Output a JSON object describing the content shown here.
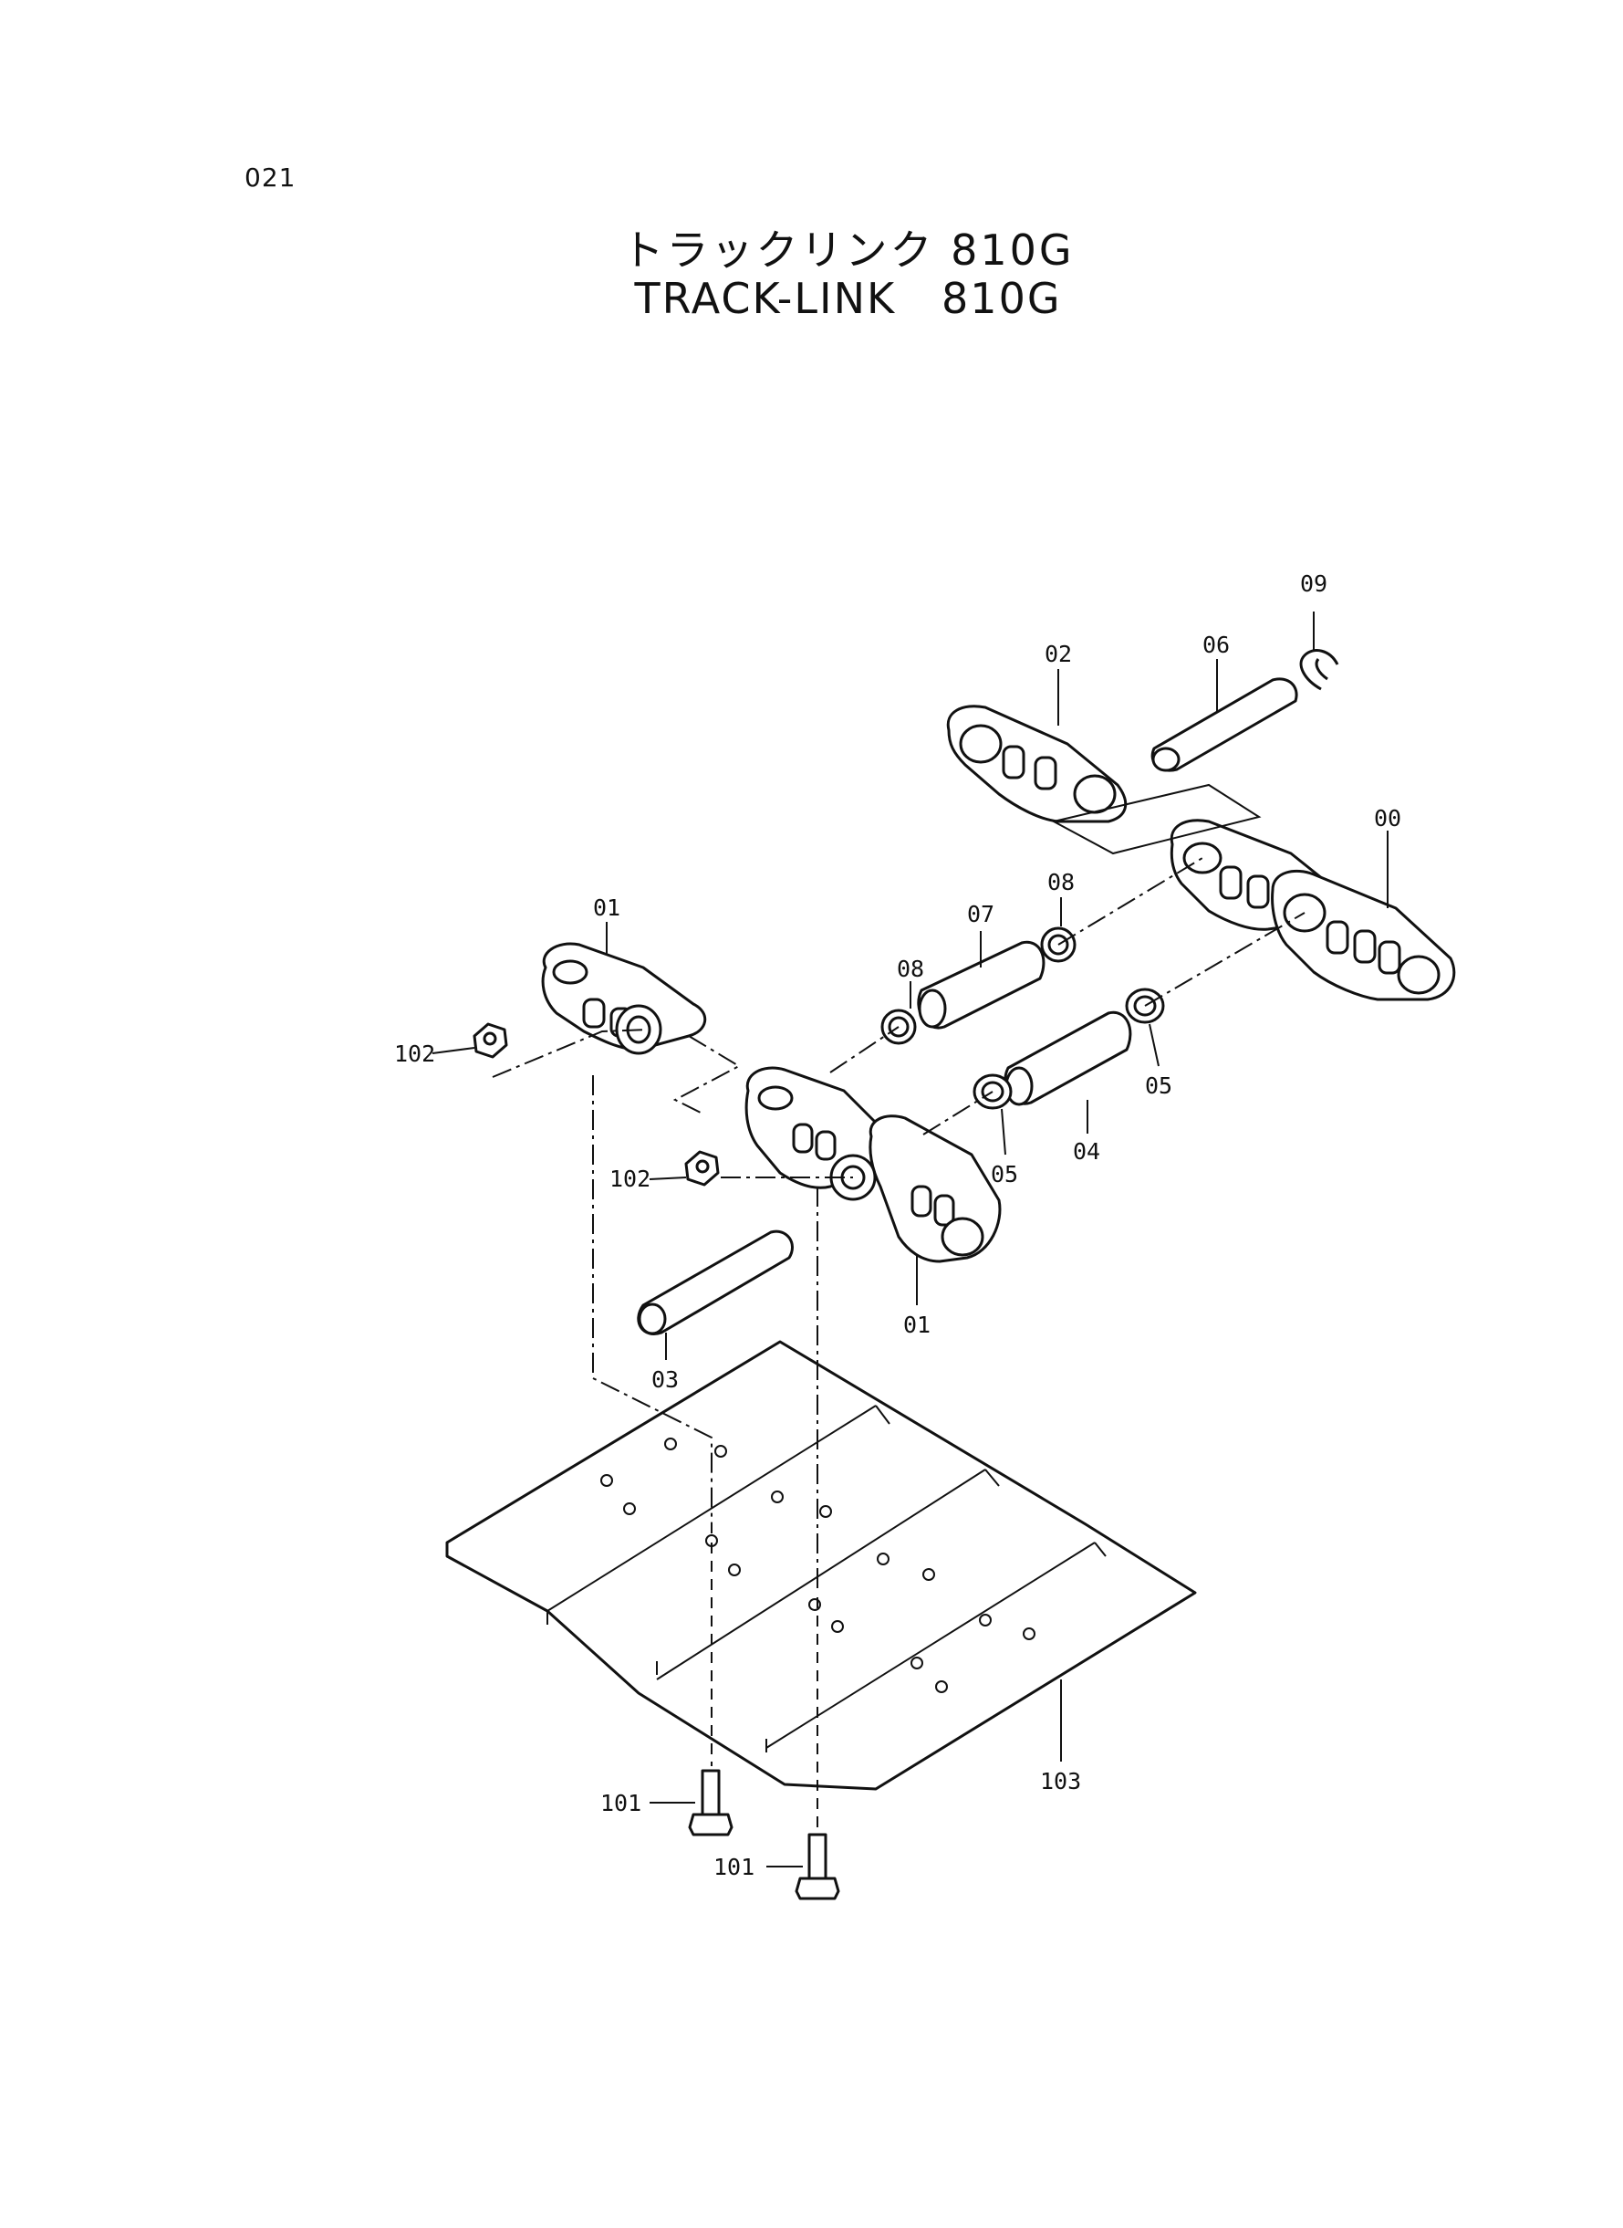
{
  "page": {
    "number": "021"
  },
  "title": {
    "japanese": "トラックリンク 810G",
    "english": "TRACK-LINK   810G"
  },
  "callouts": {
    "c09": "09",
    "c06": "06",
    "c02": "02",
    "c00": "00",
    "c08a": "08",
    "c08b": "08",
    "c07": "07",
    "c01a": "01",
    "c102a": "102",
    "c102b": "102",
    "c05a": "05",
    "c05b": "05",
    "c04": "04",
    "c01b": "01",
    "c03": "03",
    "c103": "103",
    "c101a": "101",
    "c101b": "101"
  }
}
